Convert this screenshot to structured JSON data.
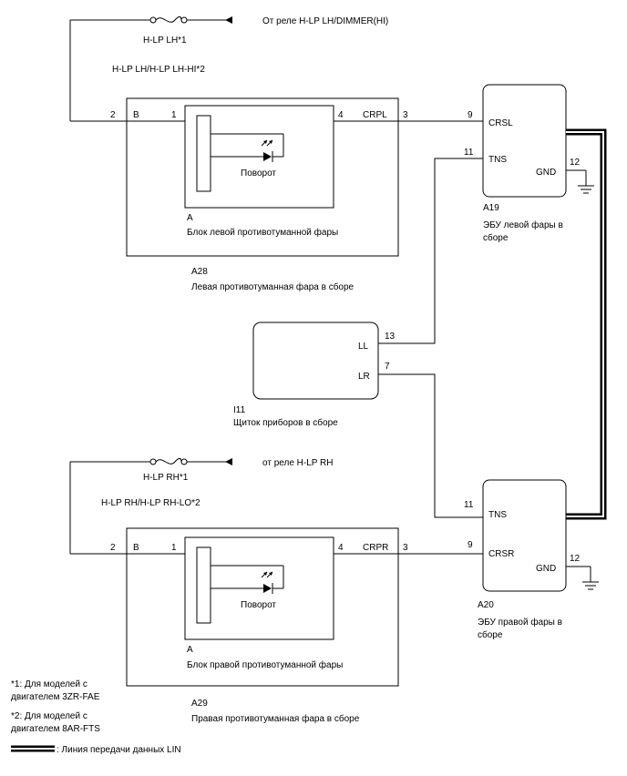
{
  "top_circuit": {
    "source_label": "От реле H-LP LH/DIMMER(HI)",
    "fuse_label": "H-LP LH*1",
    "circuit_label": "H-LP LH/H-LP LH-HI*2",
    "pin_b": "2",
    "conn_b": "B",
    "pin_1": "1",
    "pin_4": "4",
    "signal": "CRPL",
    "pin_3": "3",
    "lamp_label": "Поворот",
    "sub_id": "A",
    "sub_name": "Блок левой противотуманной фары",
    "assembly_id": "A28",
    "assembly_name": "Левая противотуманная фара в сборе"
  },
  "ecu_left": {
    "pin_crsl": "9",
    "crsl": "CRSL",
    "pin_tns": "11",
    "tns": "TNS",
    "pin_gnd": "12",
    "gnd": "GND",
    "id": "A19",
    "name_line1": "ЭБУ левой фары в",
    "name_line2": "сборе"
  },
  "meter": {
    "pin_ll": "13",
    "ll": "LL",
    "pin_lr": "7",
    "lr": "LR",
    "id": "I11",
    "name": "Щиток приборов в сборе"
  },
  "bottom_circuit": {
    "source_label": "от реле H-LP RH",
    "fuse_label": "H-LP RH*1",
    "circuit_label": "H-LP RH/H-LP RH-LO*2",
    "pin_b": "2",
    "conn_b": "B",
    "pin_1": "1",
    "pin_4": "4",
    "signal": "CRPR",
    "pin_3": "3",
    "lamp_label": "Поворот",
    "sub_id": "A",
    "sub_name": "Блок правой противотуманной фары",
    "assembly_id": "A29",
    "assembly_name": "Правая противотуманная фара в сборе"
  },
  "ecu_right": {
    "pin_tns": "11",
    "tns": "TNS",
    "pin_crsr": "9",
    "crsr": "CRSR",
    "pin_gnd": "12",
    "gnd": "GND",
    "id": "A20",
    "name_line1": "ЭБУ правой фары в",
    "name_line2": "сборе"
  },
  "notes": {
    "n1_line1": "*1: Для моделей с",
    "n1_line2": "двигателем 3ZR-FAE",
    "n2_line1": "*2: Для моделей с",
    "n2_line2": "двигателем 8AR-FTS",
    "lin_legend": ": Линия передачи данных LIN"
  }
}
